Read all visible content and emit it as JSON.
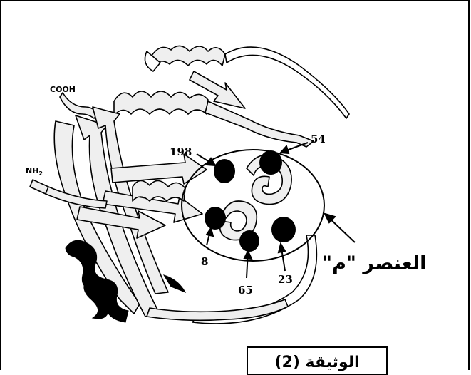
{
  "diagram": {
    "terminal_cooh": "COOH",
    "terminal_nh2_main": "NH",
    "terminal_nh2_sub": "2",
    "residues": [
      "198",
      "54",
      "8",
      "65",
      "23"
    ],
    "element_label": "العنصر \"م\"",
    "document_title": "الوثيقة (2)"
  }
}
